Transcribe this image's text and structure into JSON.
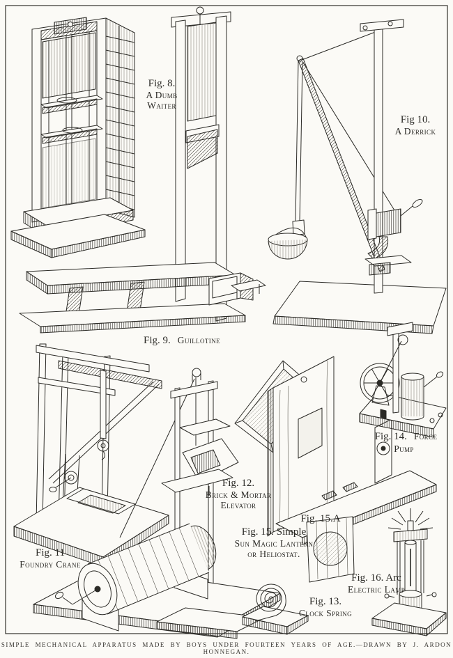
{
  "page": {
    "paper_color": "#fbfaf6",
    "ink_color": "#2b2a26",
    "caption": "SIMPLE MECHANICAL APPARATUS MADE BY BOYS UNDER FOURTEEN YEARS OF AGE.—DRAWN BY J. ARDON HONNEGAN."
  },
  "figures": {
    "fig8": {
      "lines": [
        "Fig. 8.",
        "A Dumb",
        "Waiter"
      ]
    },
    "fig9": {
      "lines": [
        "Fig. 9.",
        "Guillotine"
      ]
    },
    "fig10": {
      "lines": [
        "Fig 10.",
        "A Derrick"
      ]
    },
    "fig11": {
      "lines": [
        "Fig. 11",
        "Foundry Crane"
      ]
    },
    "fig12": {
      "lines": [
        "Fig. 12.",
        "Brick & Mortar",
        "Elevator"
      ]
    },
    "fig13": {
      "lines": [
        "Fig. 13.",
        "Clock Spring"
      ]
    },
    "fig14": {
      "lines": [
        "Fig. 14.",
        "Force Pump"
      ]
    },
    "fig15": {
      "lines": [
        "Fig. 15. Simple",
        "Sun Magic Lantern",
        "or Heliostat."
      ]
    },
    "fig15a": {
      "lines": [
        "Fig. 15.A"
      ]
    },
    "fig16": {
      "lines": [
        "Fig. 16. Arc",
        "Electric Lamp"
      ]
    }
  }
}
